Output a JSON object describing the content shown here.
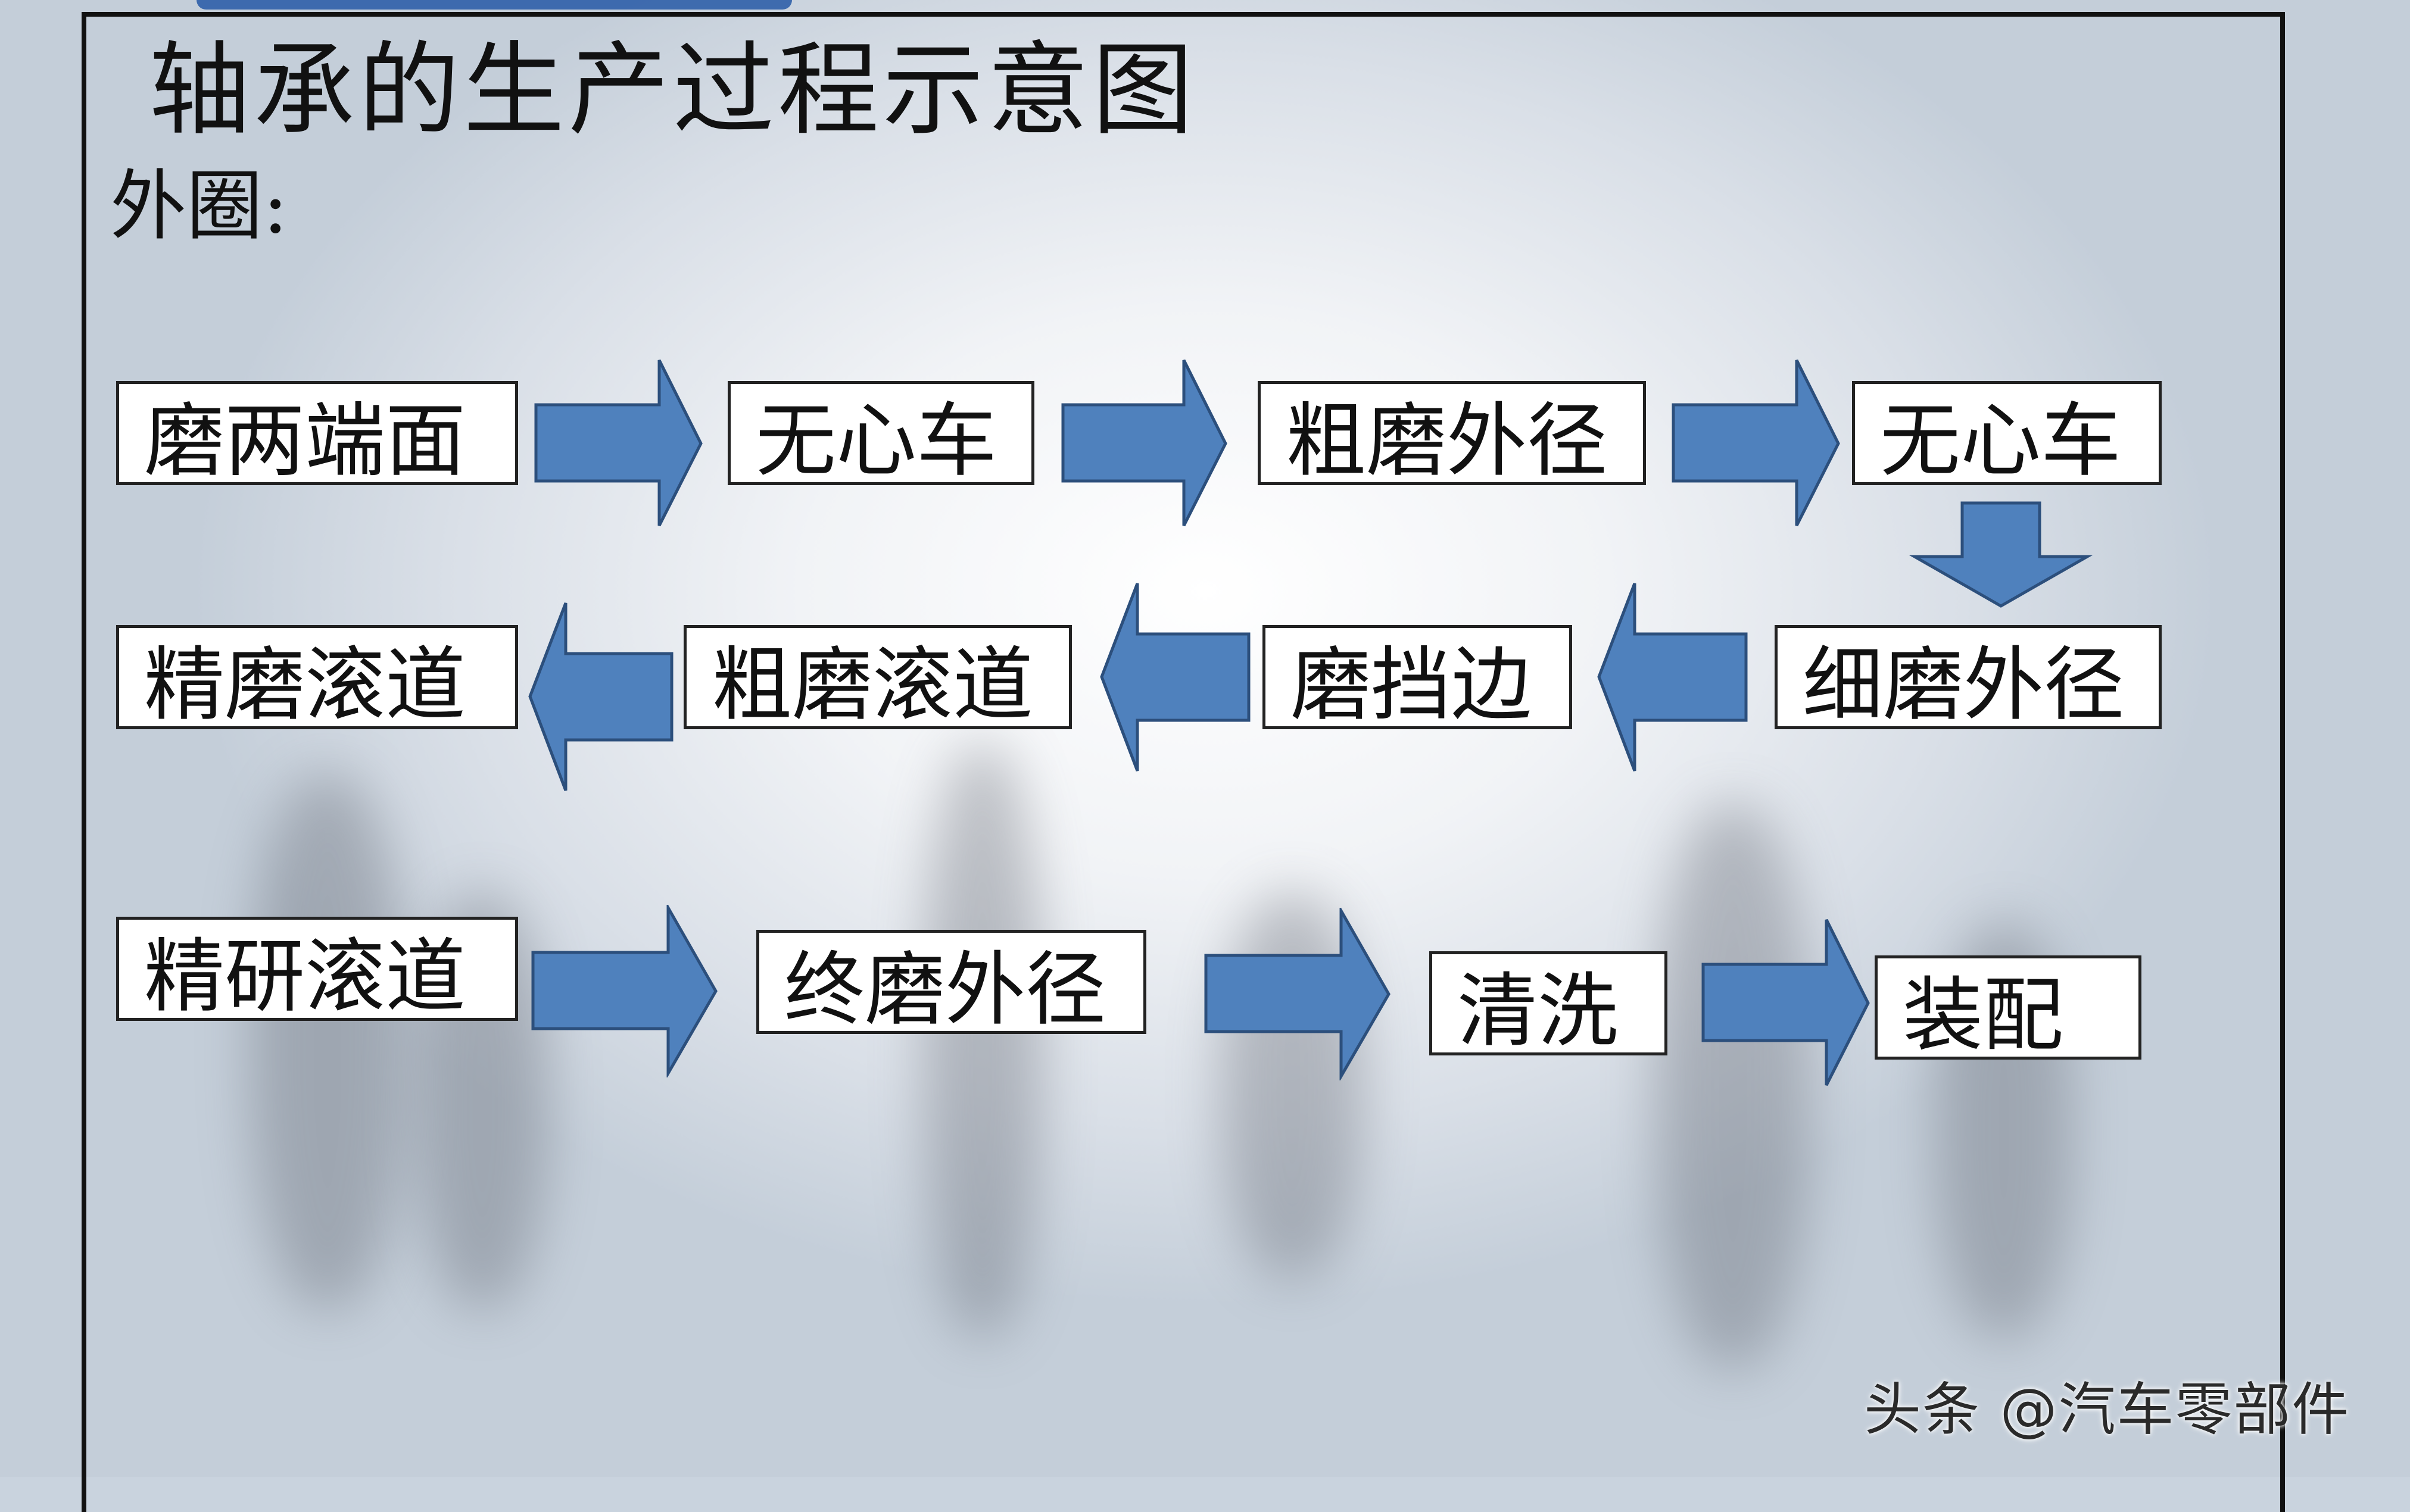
{
  "title": "轴承的生产过程示意图",
  "subtitle": "外圈:",
  "steps": {
    "s1": "磨两端面",
    "s2": "无心车",
    "s3": "粗磨外径",
    "s4": "无心车",
    "s5": "细磨外径",
    "s6": "磨挡边",
    "s7": "粗磨滚道",
    "s8": "精磨滚道",
    "s9": "精研滚道",
    "s10": "终磨外径",
    "s11": "清洗",
    "s12": "装配"
  },
  "watermark": "头条 @汽车零部件",
  "colors": {
    "arrow_fill": "#4f81bd",
    "arrow_stroke": "#2c4f7c",
    "box_border": "#222222"
  }
}
